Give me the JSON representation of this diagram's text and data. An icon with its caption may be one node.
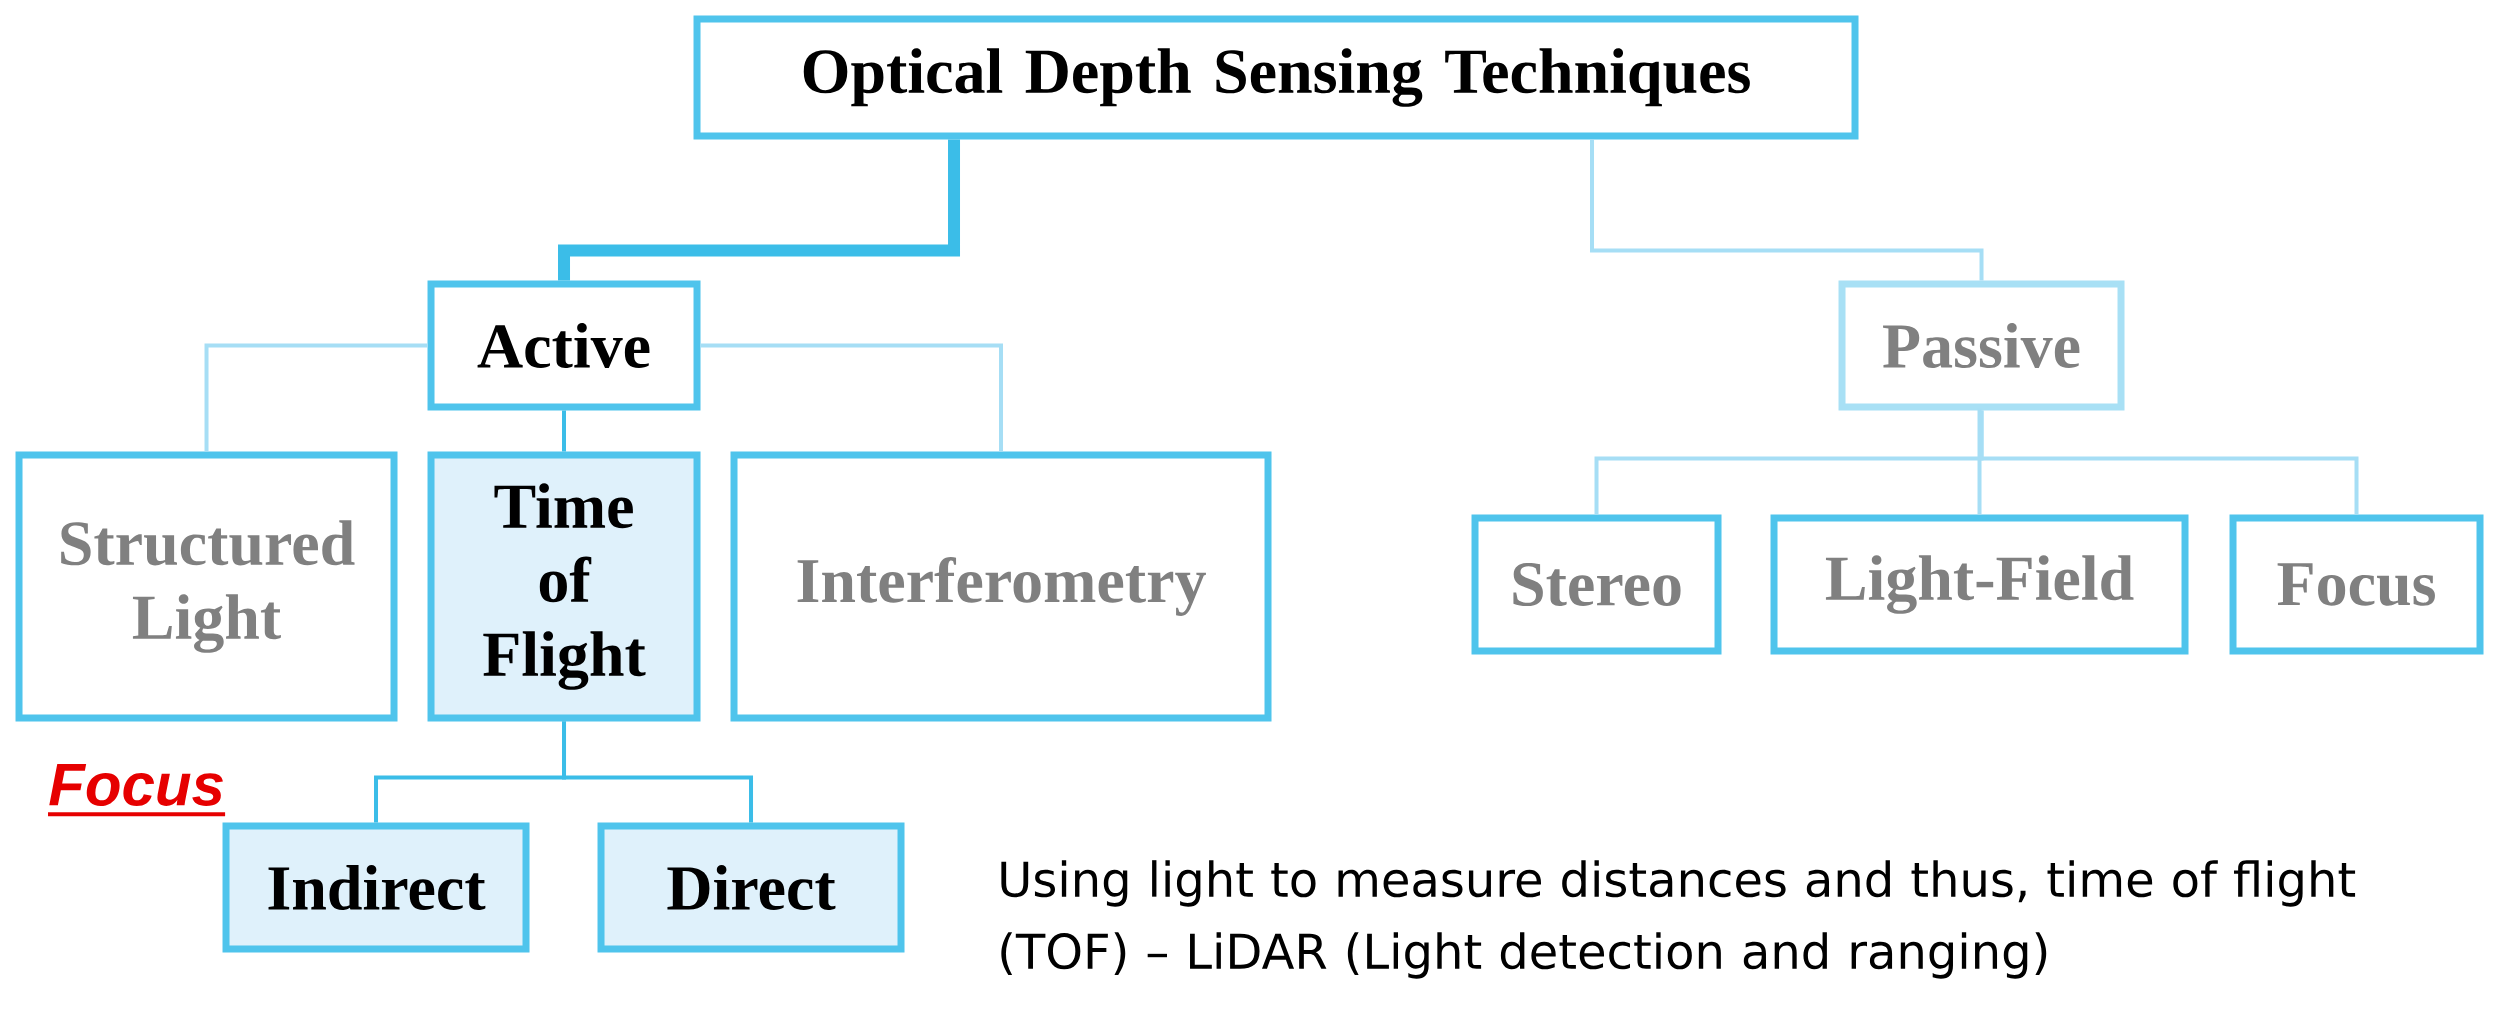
{
  "diagram": {
    "nodes": [
      {
        "text": [
          "Optical Depth Sensing Techniques"
        ]
      },
      {
        "text": [
          "Active"
        ]
      },
      {
        "text": [
          "Passive"
        ]
      },
      {
        "text": [
          "Structured Light"
        ]
      },
      {
        "text": [
          "Time of Flight"
        ]
      },
      {
        "text": [
          "Interferometry"
        ]
      },
      {
        "text": [
          "Stereo"
        ]
      },
      {
        "text": [
          "Light-Field"
        ]
      },
      {
        "text": [
          "Focus"
        ]
      },
      {
        "text": [
          "Indirect"
        ]
      },
      {
        "text": [
          "Direct"
        ]
      }
    ],
    "edges": [
      {
        "from": 0,
        "to": 1,
        "arrow": "none",
        "style": "thick",
        "color": "#3bbde8"
      },
      {
        "from": 0,
        "to": 2,
        "arrow": "none"
      },
      {
        "from": 1,
        "to": 3,
        "arrow": "none"
      },
      {
        "from": 1,
        "to": 4,
        "arrow": "none",
        "color": "#3bbde8"
      },
      {
        "from": 1,
        "to": 5,
        "arrow": "none"
      },
      {
        "from": 2,
        "to": 6,
        "arrow": "none"
      },
      {
        "from": 2,
        "to": 7,
        "arrow": "none"
      },
      {
        "from": 2,
        "to": 8,
        "arrow": "none"
      },
      {
        "from": 4,
        "to": 9,
        "arrow": "none",
        "color": "#3bbde8"
      },
      {
        "from": 4,
        "to": 10,
        "arrow": "none",
        "color": "#3bbde8"
      }
    ],
    "labels": [
      "Focus",
      "Using light to measure distances and thus, time of flight (TOF) – LiDAR (Light detection and ranging)"
    ]
  }
}
